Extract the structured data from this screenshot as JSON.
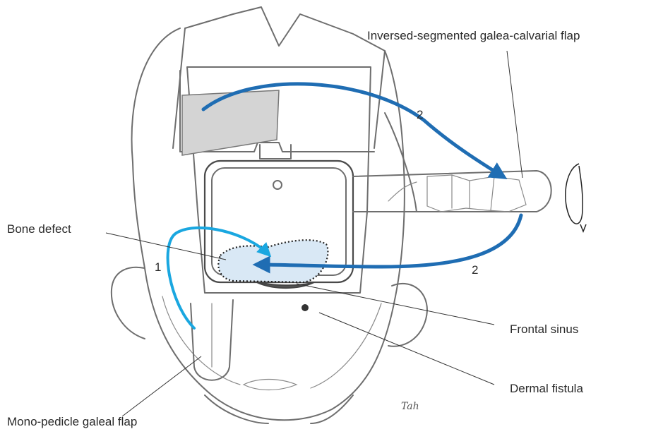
{
  "labels": {
    "calvarial_flap": "Inversed-segmented galea-calvarial flap",
    "bone_defect": "Bone defect",
    "frontal_sinus": "Frontal sinus",
    "dermal_fistula": "Dermal fistula",
    "galeal_flap": "Mono-pedicle galeal flap",
    "arrow_1": "1",
    "arrow_2_top": "2",
    "arrow_2_bottom": "2",
    "signature": "Tah"
  },
  "colors": {
    "arrow_dark_blue": "#1f6db3",
    "arrow_light_blue": "#1aa7e0",
    "defect_fill": "#d9e8f5",
    "pencil": "#6e6e6e"
  }
}
